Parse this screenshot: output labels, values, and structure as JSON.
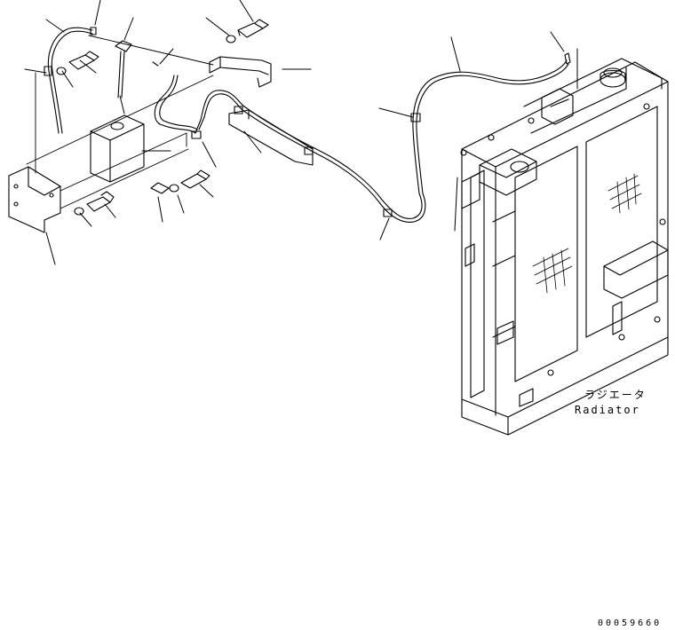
{
  "labels": {
    "radiator_jp": "ラジエータ",
    "radiator_en": "Radiator",
    "drawing_code": "00059660"
  },
  "colors": {
    "line": "#000000",
    "background": "#ffffff"
  }
}
